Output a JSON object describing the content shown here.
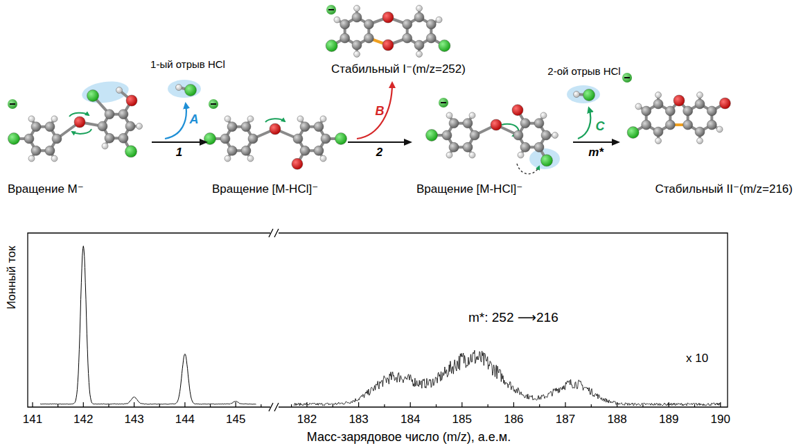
{
  "diagram": {
    "nodes": [
      {
        "text": [
          "Вращение M⁻"
        ]
      },
      {
        "text": [
          "Вращение [M-HCl]⁻"
        ]
      },
      {
        "text": [
          "Стабильный I⁻(m/z=252)"
        ]
      },
      {
        "text": [
          "Вращение [M-HCl]⁻"
        ]
      },
      {
        "text": [
          "Стабильный II⁻(m/z=216)"
        ]
      },
      {
        "text": [
          "1-ый отрыв HCl"
        ]
      },
      {
        "text": [
          "2-ой отрыв HCl"
        ]
      }
    ],
    "edges": [
      {
        "from": 0,
        "to": 1,
        "label": "1",
        "arrow": "to"
      },
      {
        "from": 1,
        "to": 3,
        "label": "2",
        "arrow": "to"
      },
      {
        "from": 3,
        "to": 4,
        "label": "m*",
        "arrow": "to"
      }
    ],
    "labels": [
      "A",
      "B",
      "C",
      "Ионный ток",
      "141",
      "142",
      "143",
      "144",
      "145",
      "182",
      "183",
      "184",
      "185",
      "186",
      "187",
      "188",
      "189",
      "190",
      "m*: 252 ⟶216",
      "x 10",
      "Масс-зарядовое число (m/z), а.е.м."
    ]
  }
}
